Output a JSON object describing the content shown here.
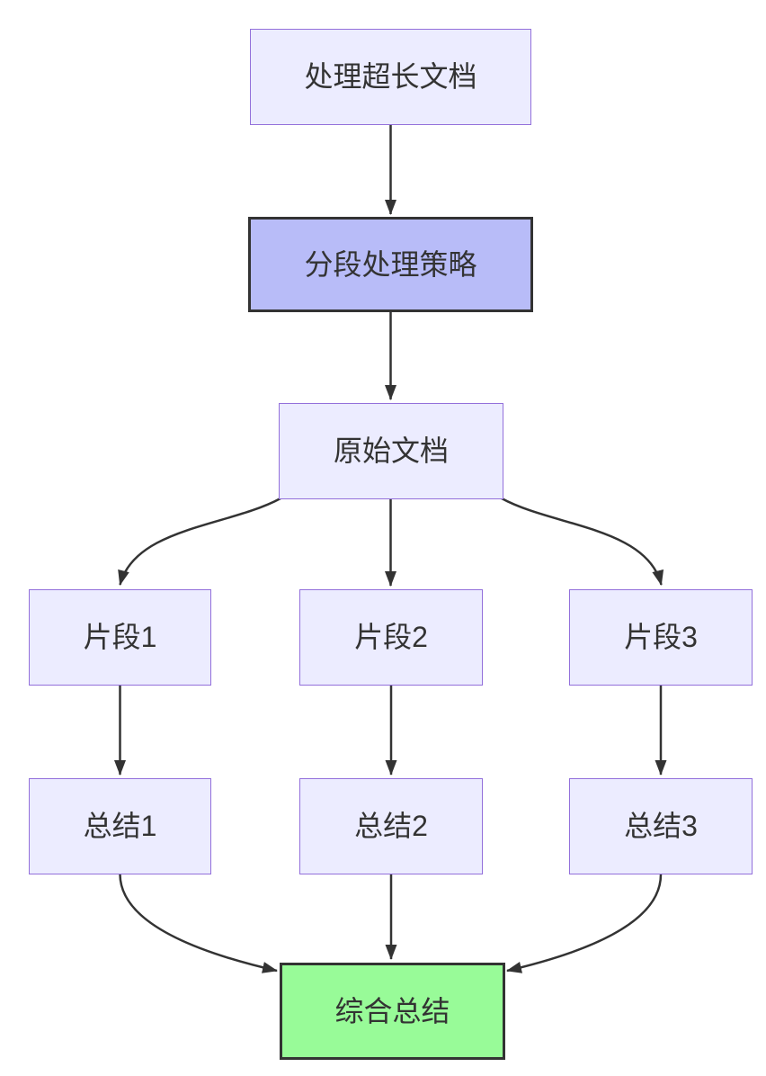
{
  "diagram": {
    "type": "flowchart",
    "direction": "top-down",
    "colors": {
      "background": "#ffffff",
      "node_fill": "#ececff",
      "node_border": "#9370db",
      "strategy_fill": "#b8bcf8",
      "result_fill": "#98fb98",
      "emphasis_border": "#333333",
      "edge_color": "#333333",
      "text_color": "#333333"
    },
    "nodes": [
      {
        "id": "A",
        "label": "处理超长文档",
        "role": "start"
      },
      {
        "id": "B",
        "label": "分段处理策略",
        "role": "strategy-highlight"
      },
      {
        "id": "C",
        "label": "原始文档",
        "role": "document"
      },
      {
        "id": "D1",
        "label": "片段1",
        "role": "fragment"
      },
      {
        "id": "D2",
        "label": "片段2",
        "role": "fragment"
      },
      {
        "id": "D3",
        "label": "片段3",
        "role": "fragment"
      },
      {
        "id": "E1",
        "label": "总结1",
        "role": "summary"
      },
      {
        "id": "E2",
        "label": "总结2",
        "role": "summary"
      },
      {
        "id": "E3",
        "label": "总结3",
        "role": "summary"
      },
      {
        "id": "F",
        "label": "综合总结",
        "role": "result-highlight"
      }
    ],
    "edges": [
      {
        "from": "A",
        "to": "B"
      },
      {
        "from": "B",
        "to": "C"
      },
      {
        "from": "C",
        "to": "D1"
      },
      {
        "from": "C",
        "to": "D2"
      },
      {
        "from": "C",
        "to": "D3"
      },
      {
        "from": "D1",
        "to": "E1"
      },
      {
        "from": "D2",
        "to": "E2"
      },
      {
        "from": "D3",
        "to": "E3"
      },
      {
        "from": "E1",
        "to": "F"
      },
      {
        "from": "E2",
        "to": "F"
      },
      {
        "from": "E3",
        "to": "F"
      }
    ]
  }
}
